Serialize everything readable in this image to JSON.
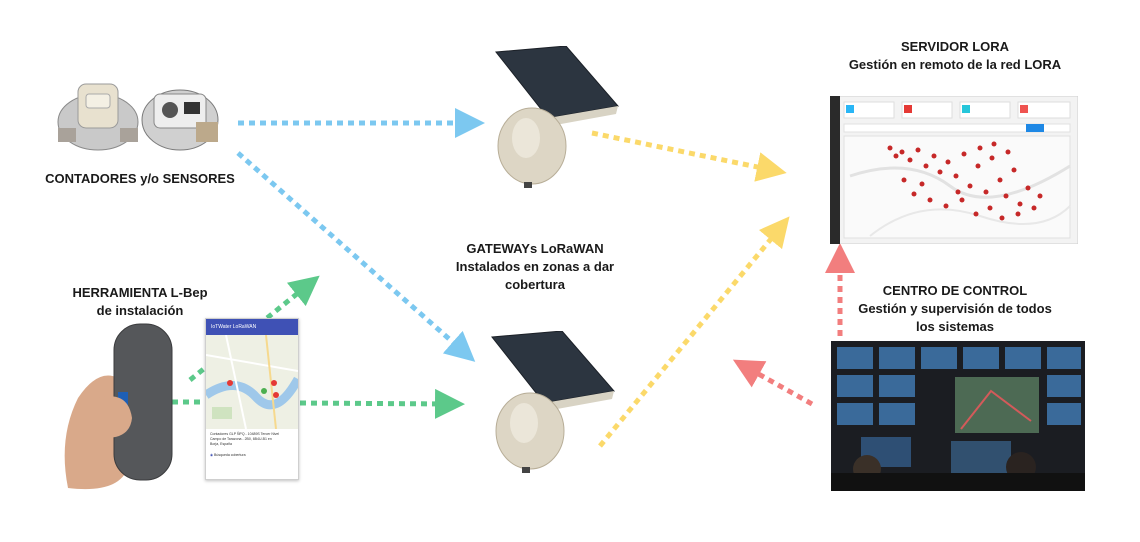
{
  "labels": {
    "meters": "CONTADORES y/o SENSORES",
    "tool_line1": "HERRAMIENTA L-Bep",
    "tool_line2": "de instalación",
    "gateways_line1": "GATEWAYs LoRaWAN",
    "gateways_line2": "Instalados en zonas a dar",
    "gateways_line3": "cobertura",
    "server_line1": "SERVIDOR LORA",
    "server_line2": "Gestión en remoto de la red LORA",
    "control_line1": "CENTRO DE CONTROL",
    "control_line2": "Gestión y supervisión de todos",
    "control_line3": "los sistemas"
  },
  "phone_app": {
    "title": "IoTWater LoRaWAN",
    "line1": "Contadores GLP ÑPQ - 10489S Tercer Nivel",
    "line2": "Campo de Tarazona - 2B0, 6B4U-B1 en",
    "line3": "Borja, España",
    "button": "Búsqueda cobertura"
  },
  "colors": {
    "arrow_blue": "#7cc8f0",
    "arrow_yellow": "#fbd96a",
    "arrow_green": "#5cc98a",
    "arrow_red": "#f27e7e",
    "app_bar": "#3f51b5",
    "map_pin": "#e53935"
  }
}
